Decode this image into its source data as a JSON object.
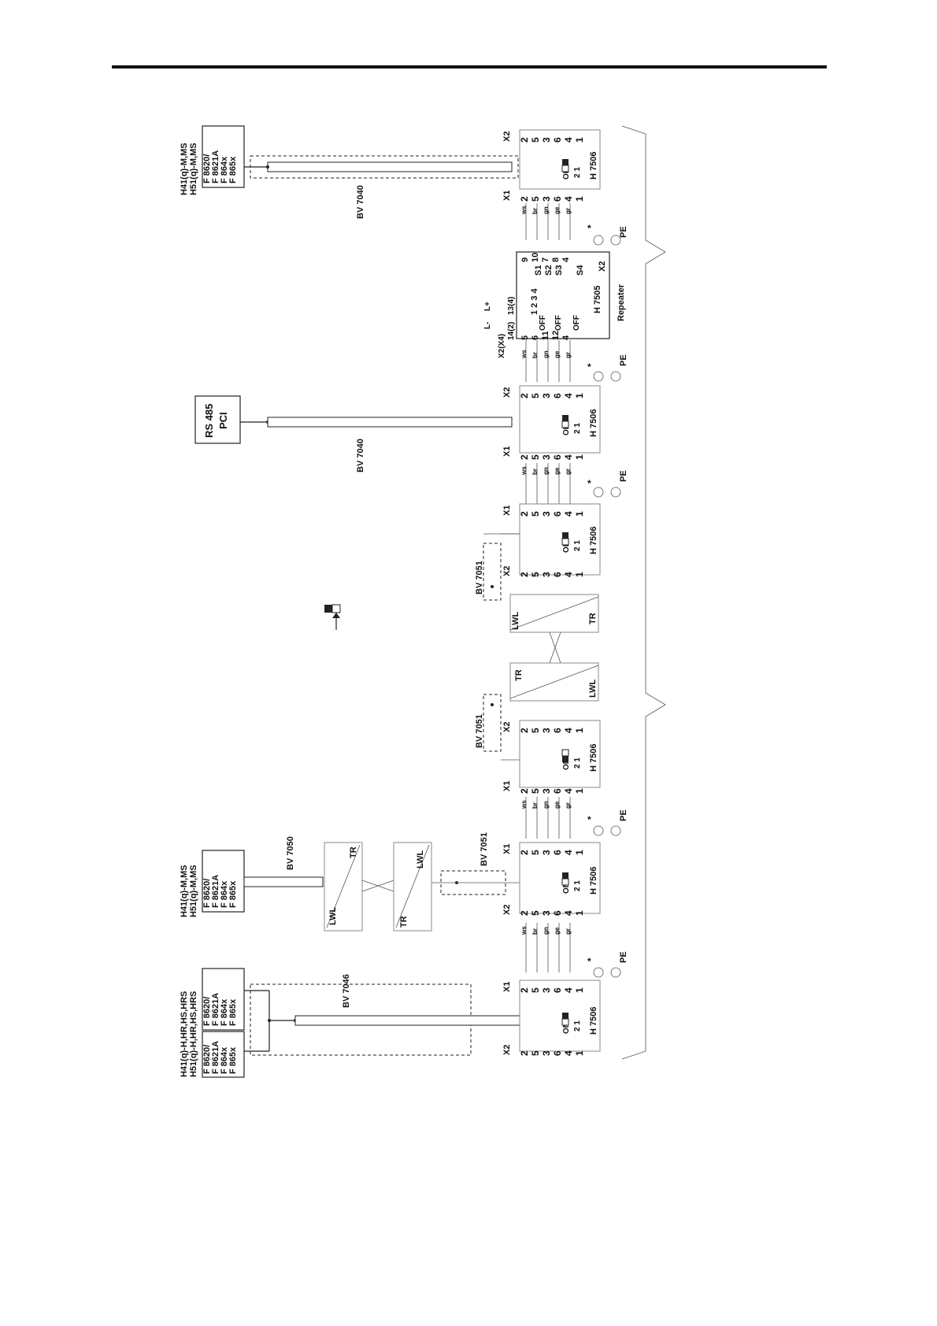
{
  "labels": {
    "sys_ms": "H41(q)-M,MS",
    "sys_ms2": "H51(q)-M,MS",
    "sys_hrs": "H41(q)-H,HR,HS,HRS",
    "sys_hrs2": "H51(q)-H,HR,HS,HRS",
    "cpu_1": "F 8620/",
    "cpu_2": "F 8621A",
    "cpu_3": "F 864x",
    "cpu_4": "F 865x",
    "rs485": "RS 485",
    "pci": "PCI",
    "bv7040": "BV 7040",
    "bv7046": "BV 7046",
    "bv7050": "BV 7050",
    "bv7051": "BV 7051",
    "h7506": "H 7506",
    "h7505": "H 7505",
    "repeater": "Repeater",
    "x1": "X1",
    "x2": "X2",
    "pe": "PE",
    "star": "*",
    "lwl": "LWL",
    "tr": "TR",
    "on": "ON",
    "off": "OFF",
    "dip_21": "2 1",
    "dip_1234": "1 2 3 4",
    "l_minus": "L-",
    "l_plus": "L+",
    "x2x4": "X2(X4)",
    "t14_2": "14(2)",
    "t13_4": "13(4)",
    "s1": "S1",
    "s2": "S2",
    "s3": "S3",
    "s4": "S4",
    "x1_sup": "X2",
    "rep_left": [
      "5",
      "6",
      "11",
      "12",
      "4"
    ],
    "rep_right": [
      "9",
      "10",
      "7",
      "8",
      "4"
    ],
    "terminals": [
      "2",
      "5",
      "3",
      "6",
      "4",
      "1"
    ],
    "wires": [
      "ws",
      "br",
      "gn",
      "ge",
      "gr"
    ]
  },
  "colors": {
    "line": "#222222",
    "thin": "#555555"
  }
}
